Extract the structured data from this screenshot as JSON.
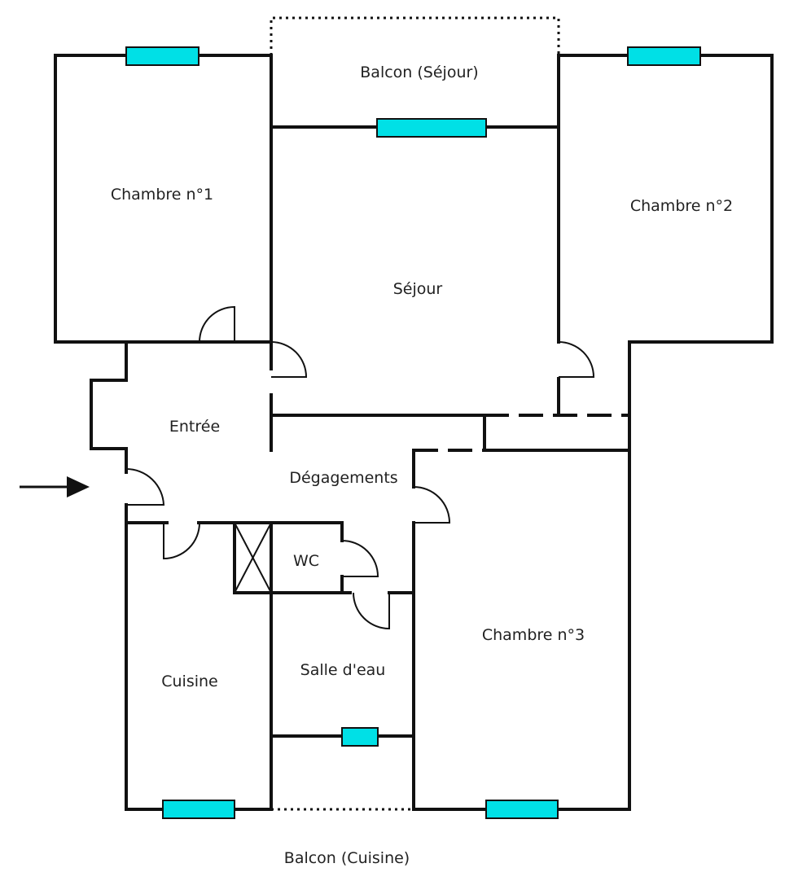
{
  "rooms": {
    "balcon_sejour": "Balcon (Séjour)",
    "chambre1": "Chambre n°1",
    "chambre2": "Chambre n°2",
    "chambre3": "Chambre n°3",
    "sejour": "Séjour",
    "entree": "Entrée",
    "degagements": "Dégagements",
    "wc": "WC",
    "cuisine": "Cuisine",
    "salle_deau": "Salle d'eau",
    "balcon_cuisine": "Balcon (Cuisine)"
  },
  "colors": {
    "wall": "#111111",
    "window": "#00e0e6",
    "background": "#ffffff"
  }
}
